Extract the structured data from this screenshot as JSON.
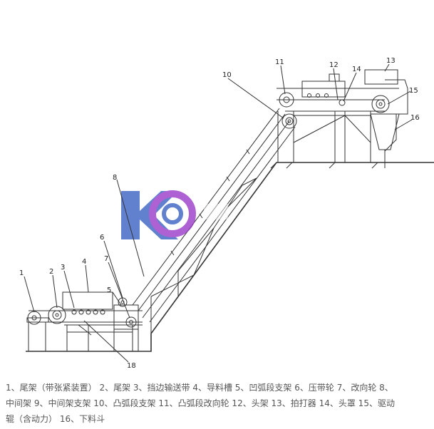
{
  "diagram": {
    "callouts": [
      "1",
      "2",
      "3",
      "4",
      "5",
      "6",
      "7",
      "8",
      "10",
      "11",
      "12",
      "13",
      "14",
      "15",
      "16",
      "18"
    ]
  },
  "caption": {
    "lines": [
      "1、尾架（带张紧装置） 2、尾架   3、挡边输送带 4、导料槽    5、凹弧段支架 6、压带轮 7、改向轮 8、",
      "中间架 9、中间架支架    10、凸弧段支架 11、凸弧段改向轮 12、头架 13、拍打器 14、头罩 15、驱动",
      "辊（含动力） 16、下料斗"
    ]
  },
  "colors": {
    "line": "#333333",
    "caption_text": "#555555",
    "watermark_blue": "#3a62c4",
    "watermark_purple": "#9b3ac8"
  }
}
